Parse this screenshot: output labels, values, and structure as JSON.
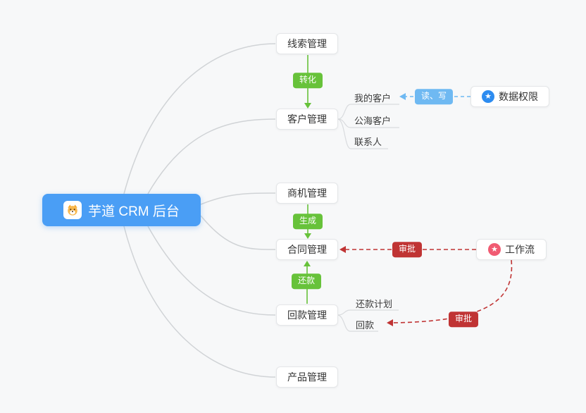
{
  "root_node": {
    "label": "芋道 CRM 后台"
  },
  "nodes": {
    "leads": {
      "label": "线索管理"
    },
    "customers": {
      "label": "客户管理"
    },
    "opportunities": {
      "label": "商机管理"
    },
    "contracts": {
      "label": "合同管理"
    },
    "payments": {
      "label": "回款管理"
    },
    "products": {
      "label": "产品管理"
    },
    "data_permission": {
      "label": "数据权限"
    },
    "workflow": {
      "label": "工作流"
    }
  },
  "children": {
    "my_customers": {
      "label": "我的客户"
    },
    "public_customers": {
      "label": "公海客户"
    },
    "contacts": {
      "label": "联系人"
    },
    "repayment_plan": {
      "label": "还款计划"
    },
    "receivable": {
      "label": "回款"
    }
  },
  "edges": {
    "convert": {
      "label": "转化"
    },
    "generate": {
      "label": "生成"
    },
    "repay": {
      "label": "还款"
    },
    "read_write": {
      "label": "读、写"
    },
    "approve_contract": {
      "label": "审批"
    },
    "approve_receivable": {
      "label": "审批"
    }
  },
  "icons": {
    "logo": "dog-logo-icon",
    "data_permission": "star-icon",
    "workflow": "star-icon",
    "star_glyph": "★"
  },
  "colors": {
    "accent_blue": "#4a9ef5",
    "badge_green": "#67c23a",
    "badge_red": "#c03434",
    "badge_blue": "#6fb9f2",
    "icon_blue": "#2d8cf0",
    "icon_red": "#f05b72",
    "connector_gray": "#d0d3d6"
  }
}
